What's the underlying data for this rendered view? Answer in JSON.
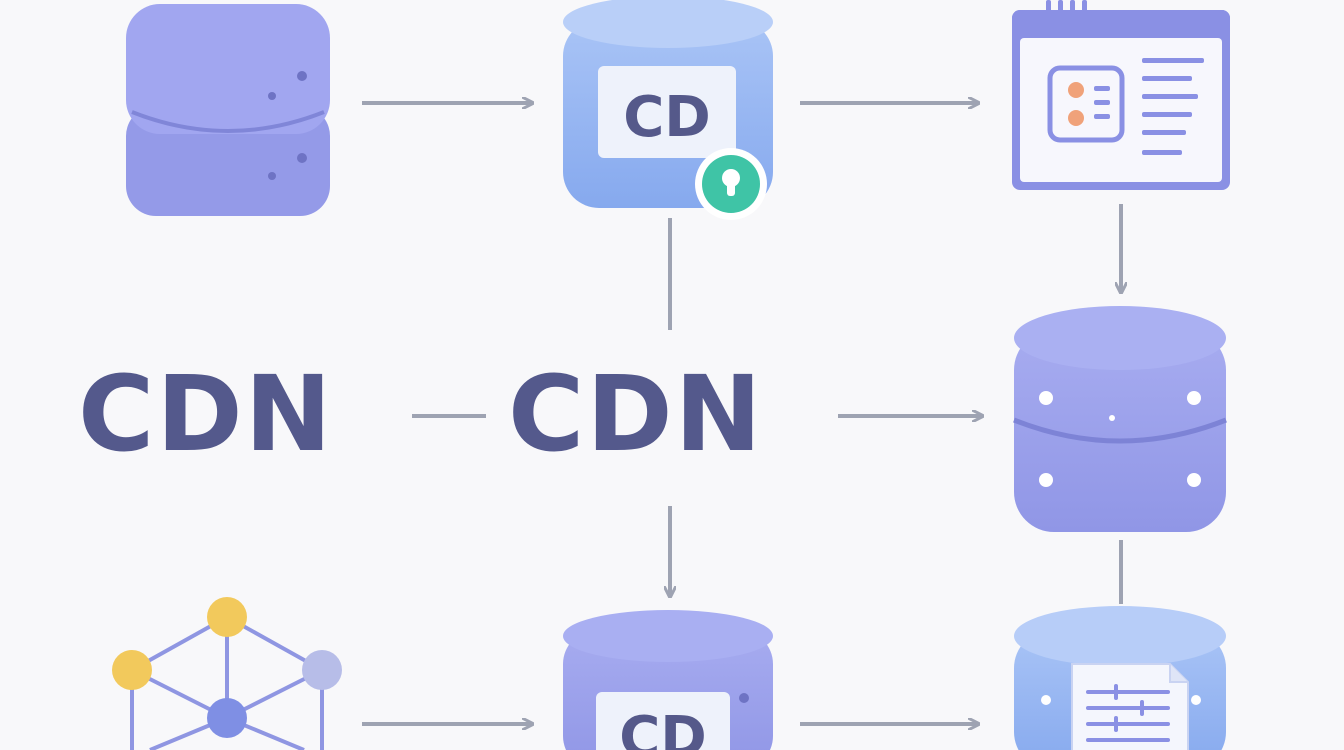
{
  "labels": {
    "cdn_left": "CDN",
    "cdn_right": "CDN",
    "badge_top": "CD",
    "badge_bottom": "CD"
  },
  "colors": {
    "background": "#f8f8fa",
    "server_fill": "#9aa0ec",
    "server_dark": "#8389dc",
    "cylinder_blue": "#8fb3f2",
    "cylinder_light": "#b4cbf7",
    "arrow": "#9ea3b2",
    "text": "#54598c",
    "lock_badge": "#3fc4a6",
    "node_yellow": "#f2c95c",
    "node_blue": "#7f8fe4",
    "node_lavender": "#b7bde8",
    "doc_orange": "#f0a27a"
  },
  "icons": [
    "server-stack-icon",
    "cd-cylinder-icon",
    "lock-badge-icon",
    "browser-window-icon",
    "database-icon",
    "network-graph-icon",
    "document-icon"
  ]
}
